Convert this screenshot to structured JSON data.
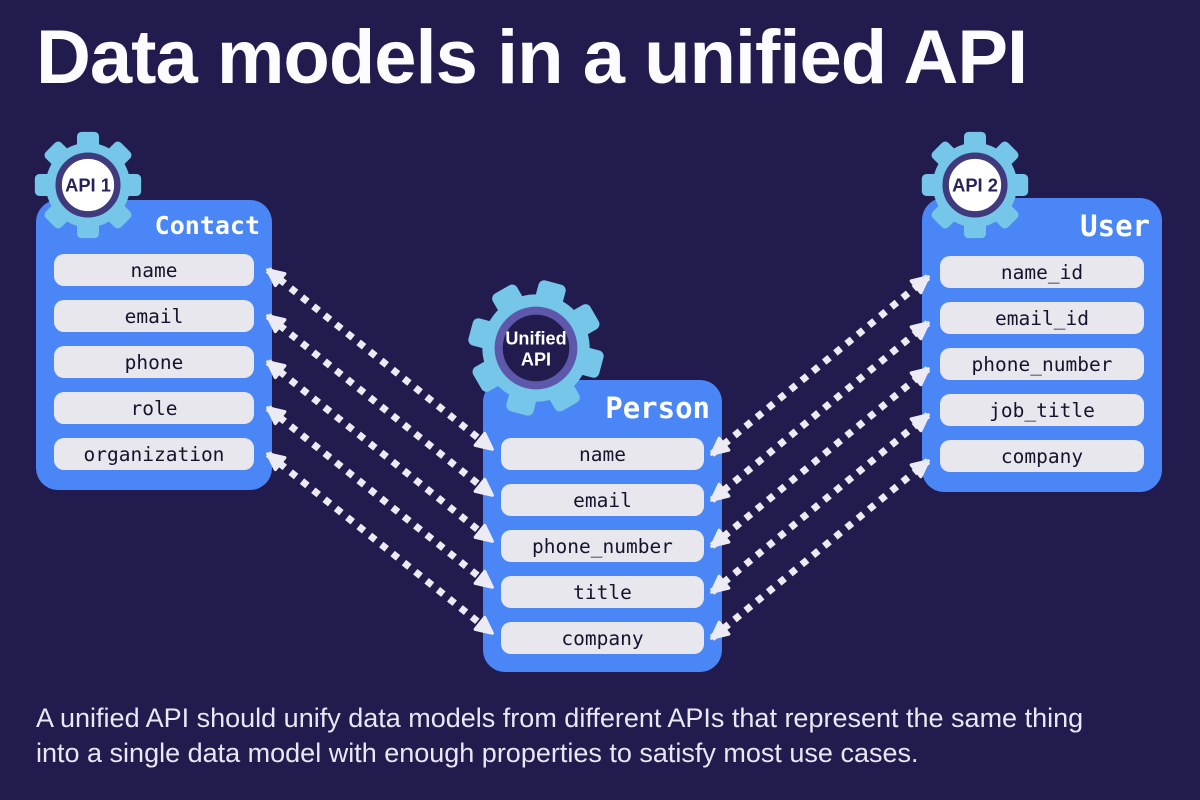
{
  "title": "Data models in a unified API",
  "caption": {
    "line1": "A unified API should unify data models from different APIs that represent the same thing",
    "line2": "into a single data model with enough properties to satisfy most use cases."
  },
  "cards": [
    {
      "id": "contact",
      "api_badge": "API 1",
      "title": "Contact",
      "fields": [
        "name",
        "email",
        "phone",
        "role",
        "organization"
      ]
    },
    {
      "id": "person",
      "api_badge_line1": "Unified",
      "api_badge_line2": "API",
      "title": "Person",
      "fields": [
        "name",
        "email",
        "phone_number",
        "title",
        "company"
      ]
    },
    {
      "id": "user",
      "api_badge": "API 2",
      "title": "User",
      "fields": [
        "name_id",
        "email_id",
        "phone_number",
        "job_title",
        "company"
      ]
    }
  ],
  "mappings": {
    "contact_to_person": [
      [
        "name",
        "name"
      ],
      [
        "email",
        "email"
      ],
      [
        "phone",
        "phone_number"
      ],
      [
        "role",
        "title"
      ],
      [
        "organization",
        "company"
      ]
    ],
    "user_to_person": [
      [
        "name_id",
        "name"
      ],
      [
        "email_id",
        "email"
      ],
      [
        "phone_number",
        "phone_number"
      ],
      [
        "job_title",
        "title"
      ],
      [
        "company",
        "company"
      ]
    ]
  },
  "colors": {
    "background": "#211b4e",
    "card_blue": "#4b86f7",
    "pill_background": "#e8e7ee",
    "pill_text": "#15142c",
    "gear_blue": "#76c6e9",
    "api_ring_purple": "#3e3a7c",
    "unified_ring_purple": "#5d58a9",
    "arrow_white": "#eceaf3",
    "title_white": "#fcfbff"
  }
}
